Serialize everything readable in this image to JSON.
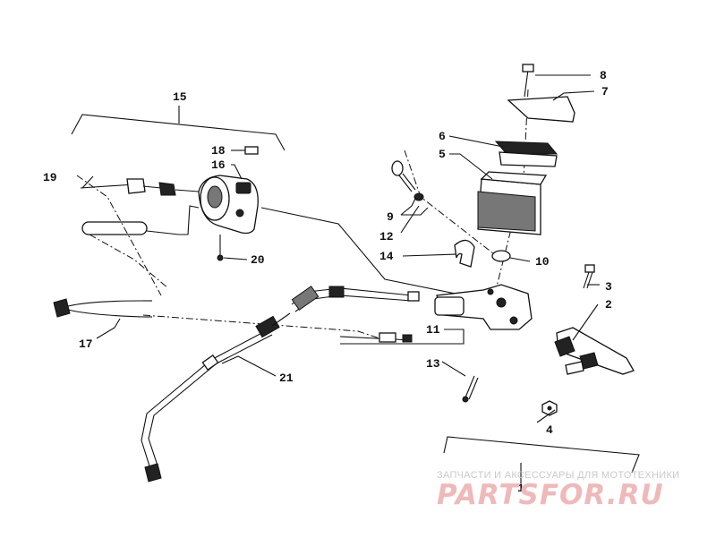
{
  "callouts": {
    "c1": "1",
    "c2": "2",
    "c3": "3",
    "c4": "4",
    "c5": "5",
    "c6": "6",
    "c7": "7",
    "c8": "8",
    "c9": "9",
    "c10": "10",
    "c11": "11",
    "c12": "12",
    "c13": "13",
    "c14": "14",
    "c15": "15",
    "c16": "16",
    "c17": "17",
    "c18": "18",
    "c19": "19",
    "c20": "20",
    "c21": "21"
  },
  "watermark": {
    "subtitle": "ЗАПЧАСТИ И АКСЕССУАРЫ ДЛЯ МОТОТЕХНИКИ",
    "logo": "PARTSFOR.RU",
    "color": "#f0b9b9"
  }
}
